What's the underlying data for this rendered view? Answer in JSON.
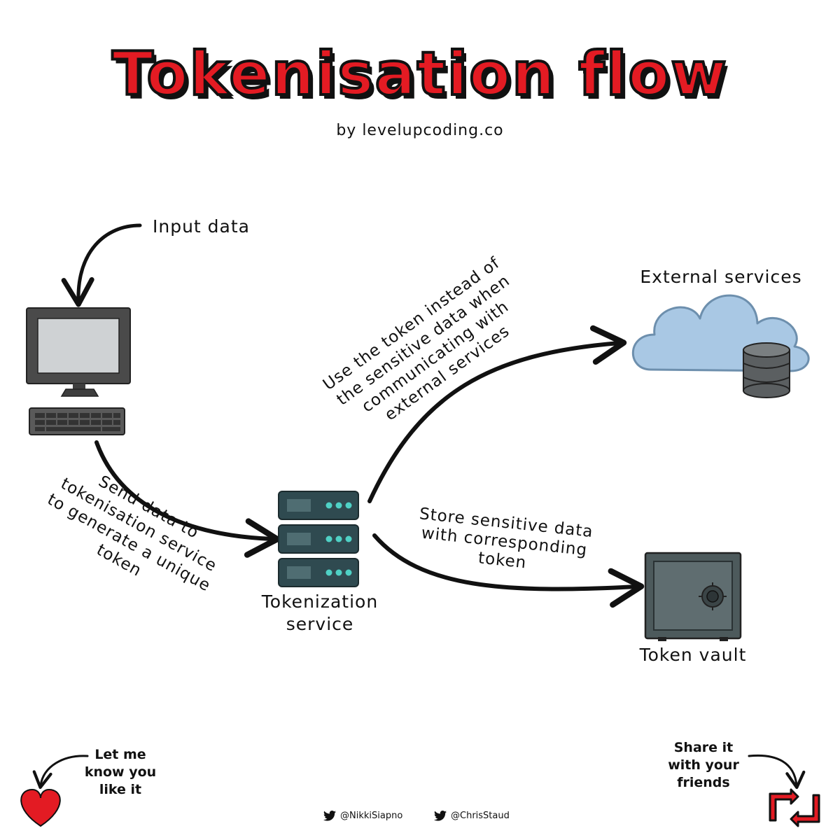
{
  "title": "Tokenisation flow",
  "subtitle": "by levelupcoding.co",
  "labels": {
    "input_data": "Input data",
    "external_services": "External services",
    "tokenization_service_line1": "Tokenization",
    "tokenization_service_line2": "service",
    "token_vault": "Token vault"
  },
  "annotations": {
    "send_data": [
      "Send data to",
      "tokenisation service",
      "to generate a unique",
      "token"
    ],
    "use_token": [
      "Use the token instead of",
      "the sensitive data when",
      "communicating with",
      "external services"
    ],
    "store_data": [
      "Store sensitive data",
      "with corresponding",
      "token"
    ]
  },
  "footer": {
    "like": [
      "Let me",
      "know you",
      "like it"
    ],
    "share": [
      "Share it",
      "with your",
      "friends"
    ],
    "handles": [
      "@NikkiSiapno",
      "@ChrisStaud"
    ]
  },
  "colors": {
    "title_red": "#e31b23",
    "server_teal": "#2f4a50",
    "cloud_blue": "#a9c8e4",
    "vault_gray": "#4d5a5c"
  },
  "icons": [
    "computer-icon",
    "server-icon",
    "cloud-icon",
    "database-icon",
    "safe-icon",
    "heart-icon",
    "retweet-icon",
    "twitter-icon"
  ]
}
